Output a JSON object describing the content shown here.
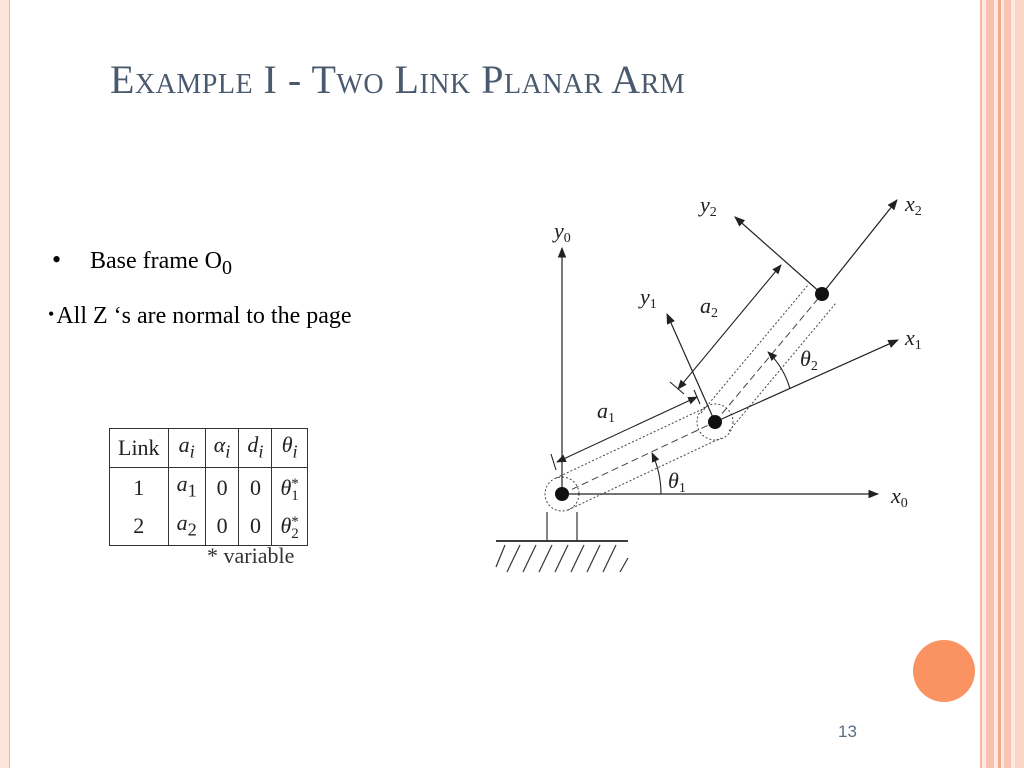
{
  "slide": {
    "title": "Example I -  Two Link Planar Arm",
    "bullets": [
      {
        "marker": "•",
        "text": "Base frame O",
        "sub": "0"
      },
      {
        "marker": "•",
        "text": "All Z ‘s are normal to the page"
      }
    ],
    "table": {
      "headers": [
        {
          "base": "Link"
        },
        {
          "base": "a",
          "sub": "i"
        },
        {
          "base": "α",
          "sub": "i"
        },
        {
          "base": "d",
          "sub": "i"
        },
        {
          "base": "θ",
          "sub": "i"
        }
      ],
      "rows": [
        {
          "link": "1",
          "a": {
            "base": "a",
            "sub": "1"
          },
          "alpha": "0",
          "d": "0",
          "theta": {
            "base": "θ",
            "sup": "*",
            "sub": "1"
          }
        },
        {
          "link": "2",
          "a": {
            "base": "a",
            "sub": "2"
          },
          "alpha": "0",
          "d": "0",
          "theta": {
            "base": "θ",
            "sup": "*",
            "sub": "2"
          }
        }
      ]
    },
    "footnote": "*  variable",
    "page_number": "13"
  },
  "diagram": {
    "labels": {
      "y0": {
        "base": "y",
        "sub": "0"
      },
      "x0": {
        "base": "x",
        "sub": "0"
      },
      "y1": {
        "base": "y",
        "sub": "1"
      },
      "x1": {
        "base": "x",
        "sub": "1"
      },
      "y2": {
        "base": "y",
        "sub": "2"
      },
      "x2": {
        "base": "x",
        "sub": "2"
      },
      "a1": {
        "base": "a",
        "sub": "1"
      },
      "a2": {
        "base": "a",
        "sub": "2"
      },
      "theta1": {
        "base": "θ",
        "sub": "1"
      },
      "theta2": {
        "base": "θ",
        "sub": "2"
      }
    }
  },
  "colors": {
    "title": "#4a5a6e",
    "accent_circle": "#fa9262",
    "frame_stripe": "#f6b7a0",
    "page_number": "#5a6e84"
  }
}
